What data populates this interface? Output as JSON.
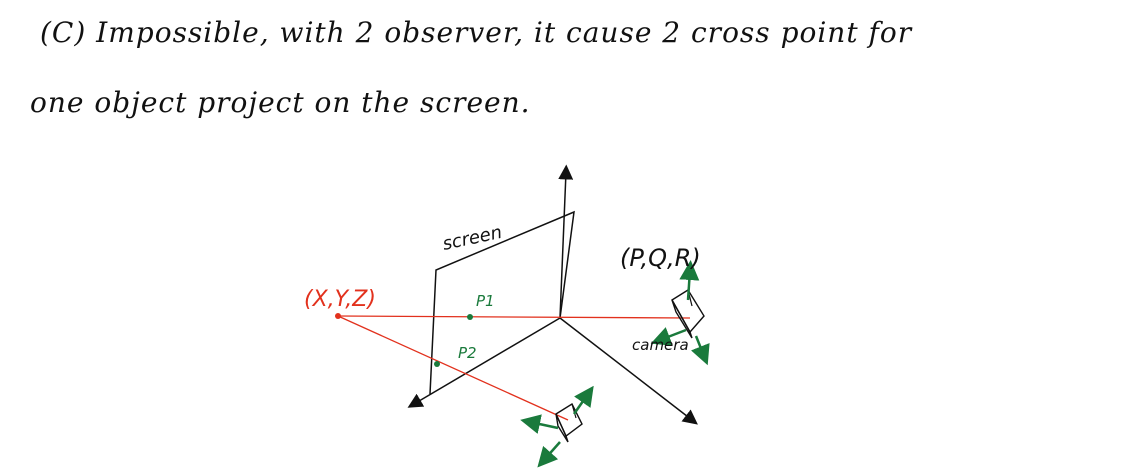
{
  "text": {
    "line1": "(C) Impossible, with 2 observer, it cause 2 cross point for",
    "line2": "one object project on the screen."
  },
  "diagram": {
    "screen_label": "screen",
    "camera_coords_label": "(P,Q,R)",
    "point_label": "(X,Y,Z)",
    "p1_label": "P1",
    "p2_label": "P2",
    "camera_label": "camera"
  },
  "colors": {
    "ink": "#111111",
    "ray": "#e2311d",
    "camera_arrows": "#1a7a3c"
  }
}
